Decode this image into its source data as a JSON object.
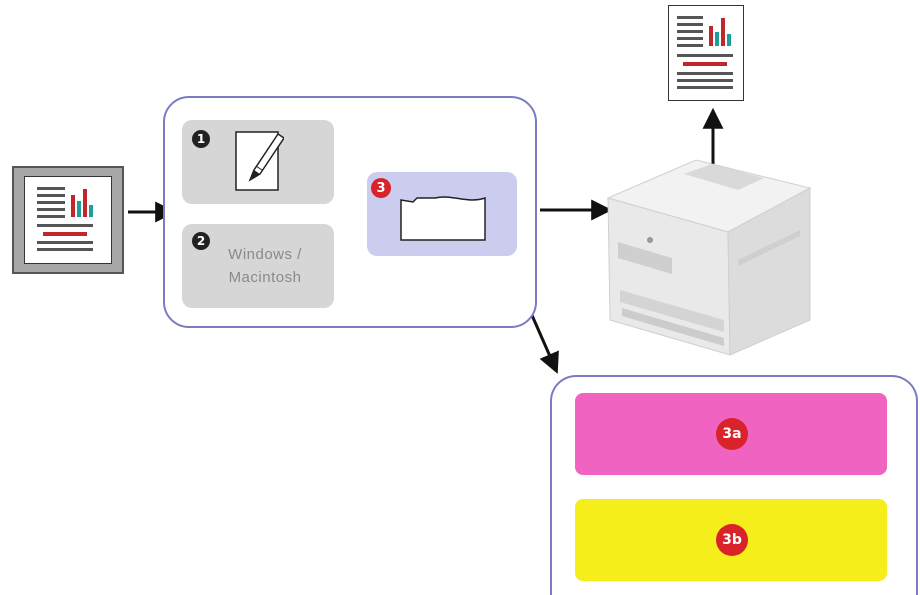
{
  "steps": {
    "step1": {
      "number": "1",
      "icon": "document-pen-icon"
    },
    "step2": {
      "number": "2",
      "label_line1": "Windows /",
      "label_line2": "Macintosh"
    },
    "step3": {
      "number": "3",
      "icon": "folder-outline-icon"
    }
  },
  "options": {
    "option_a": {
      "label": "3a",
      "color": "#f063c0"
    },
    "option_b": {
      "label": "3b",
      "color": "#f5ee1a"
    }
  },
  "colors": {
    "panel_border": "#7b7bc4",
    "step_box": "#d6d6d6",
    "step3_box": "#ccccef",
    "badge_red": "#d8232a",
    "doc_accent_red": "#c0272d",
    "doc_chart_teal": "#1e9e98"
  },
  "icons": {
    "source": "document-with-chart-icon",
    "output": "printed-document-icon",
    "printer": "printer-icon"
  }
}
